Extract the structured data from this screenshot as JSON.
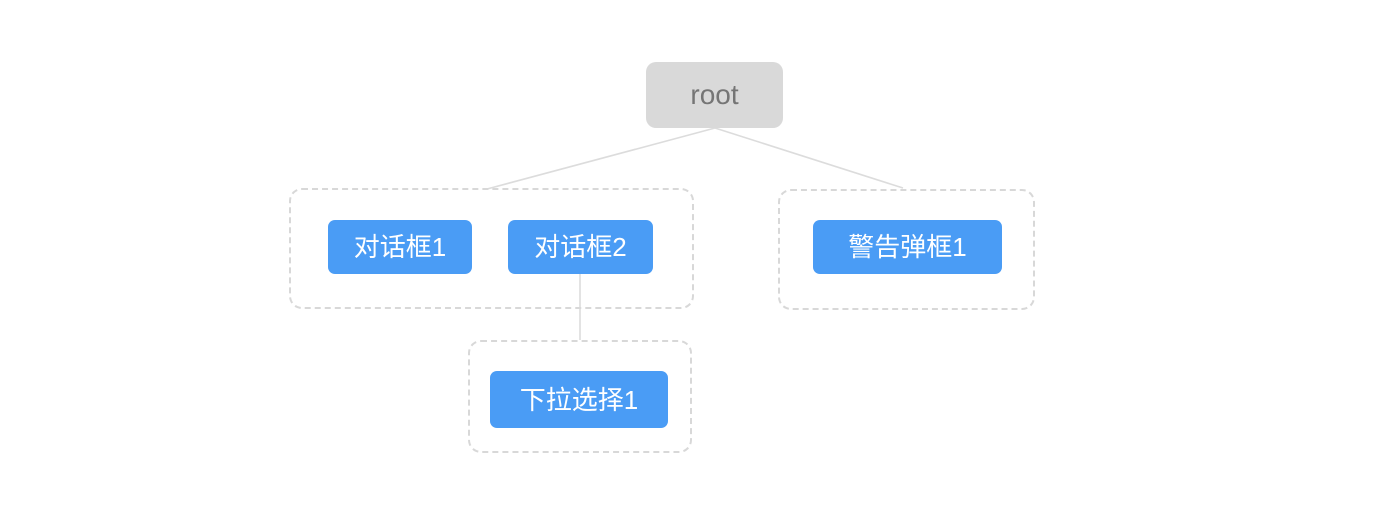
{
  "tree": {
    "root": {
      "label": "root"
    },
    "nodes": {
      "dialog1": {
        "label": "对话框1"
      },
      "dialog2": {
        "label": "对话框2"
      },
      "alert1": {
        "label": "警告弹框1"
      },
      "dropdown1": {
        "label": "下拉选择1"
      }
    },
    "edges": [
      {
        "from": "root",
        "to": "group-dialogs"
      },
      {
        "from": "root",
        "to": "group-alert"
      },
      {
        "from": "dialog2",
        "to": "group-dropdown"
      }
    ]
  },
  "colors": {
    "node-fill": "#4a9cf5",
    "node-text": "#ffffff",
    "root-fill": "#d9d9d9",
    "root-text": "#757575",
    "group-border": "#d8d8d8",
    "edge-color": "#dcdcdc"
  }
}
